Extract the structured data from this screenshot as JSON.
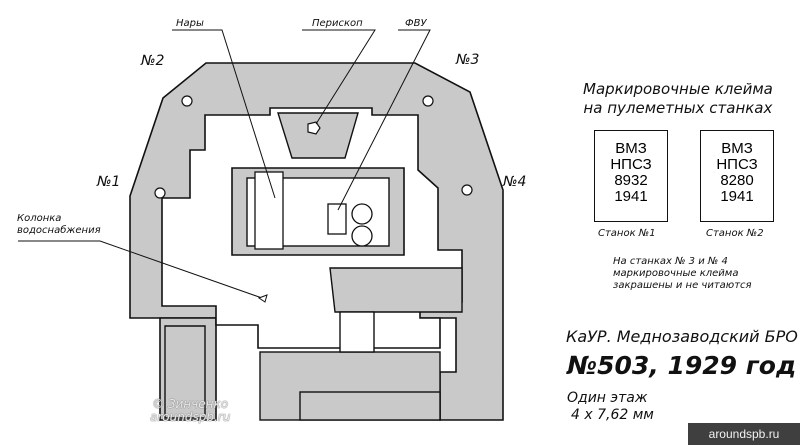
{
  "plan": {
    "labels": {
      "bunks": "Нары",
      "periscope": "Перископ",
      "fvu": "ФВУ",
      "water_supply_column": "Колонка\nводоснабжения"
    },
    "embrasures": [
      "№1",
      "№2",
      "№3",
      "№4"
    ]
  },
  "stamps": {
    "heading": "Маркировочные клейма\nна пулеметных станках",
    "items": [
      {
        "lines": [
          "ВМЗ",
          "НПСЗ",
          "8932",
          "1941"
        ],
        "caption": "Станок №1"
      },
      {
        "lines": [
          "ВМЗ",
          "НПСЗ",
          "8280",
          "1941"
        ],
        "caption": "Станок №2"
      }
    ],
    "note": "На станках № 3 и № 4\nмаркировочные клейма\nзакрашены и не читаются"
  },
  "info": {
    "title": "КаУР. Меднозаводский БРО",
    "number": "№503, 1929 год",
    "floors": "Один этаж",
    "armament": "4 х 7,62 мм"
  },
  "credit": {
    "author": "© Зинченко",
    "site": "aroundspb.ru"
  },
  "footer": {
    "site": "aroundspb.ru"
  },
  "colors": {
    "wall": "#c9c9c9",
    "line": "#111111",
    "footer_bg": "#3f3f3f"
  }
}
